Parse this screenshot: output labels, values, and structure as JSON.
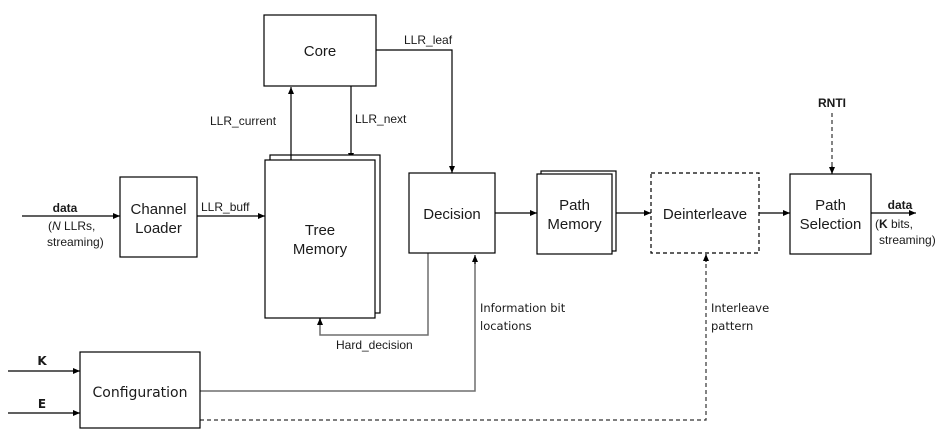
{
  "blocks": {
    "core": {
      "label": "Core"
    },
    "channel_loader": {
      "line1": "Channel",
      "line2": "Loader"
    },
    "tree_memory": {
      "line1": "Tree",
      "line2": "Memory"
    },
    "decision": {
      "label": "Decision"
    },
    "path_memory": {
      "line1": "Path",
      "line2": "Memory"
    },
    "deinterleave": {
      "label": "Deinterleave"
    },
    "path_selection": {
      "line1": "Path",
      "line2": "Selection"
    },
    "configuration": {
      "label": "Configuration"
    }
  },
  "signals": {
    "data_in": {
      "title": "data",
      "line1_italic": "N",
      "line1_rest": " LLRs,",
      "line2": "streaming)",
      "open_paren": "("
    },
    "llr_buff": "LLR_buff",
    "llr_current": "LLR_current",
    "llr_next": "LLR_next",
    "llr_leaf": "LLR_leaf",
    "hard_decision": "Hard_decision",
    "info_bits": {
      "line1": "Information bit",
      "line2": "locations"
    },
    "interleave": {
      "line1": "Interleave",
      "line2": "pattern"
    },
    "rnti": "RNTI",
    "k_in": "K",
    "e_in": "E",
    "data_out": {
      "title": "data",
      "line1_bold": "K",
      "line1_rest": " bits,",
      "line2": "streaming)",
      "open_paren": "("
    }
  }
}
